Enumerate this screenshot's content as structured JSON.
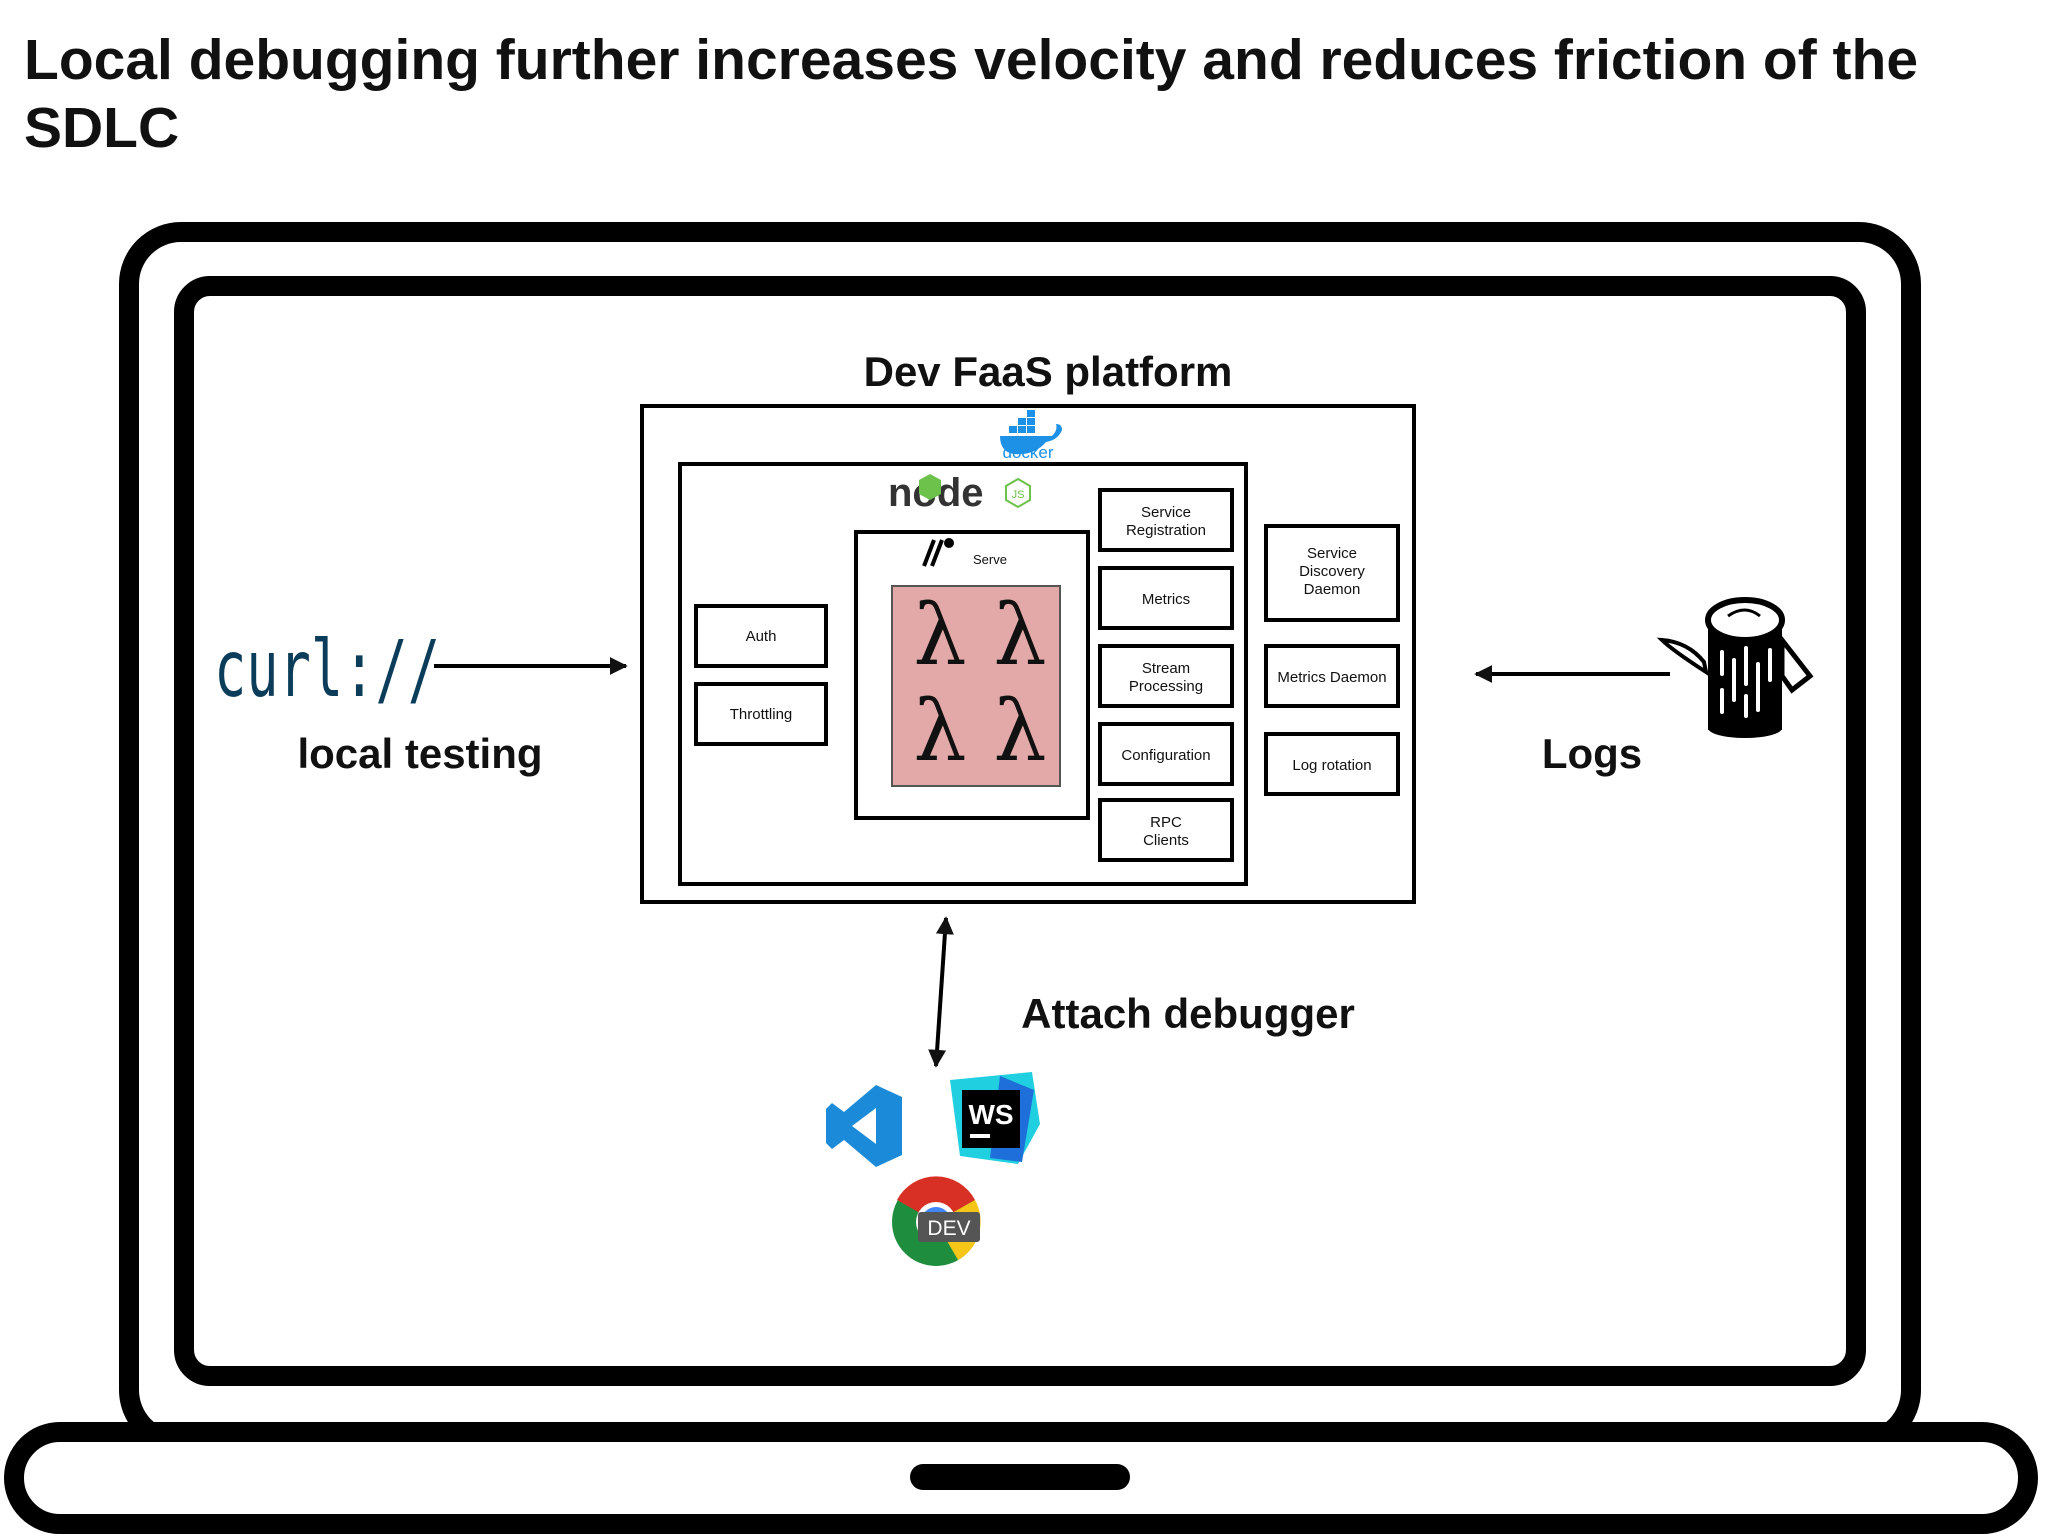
{
  "slide": {
    "title": "Local debugging further increases velocity and reduces friction of the SDLC"
  },
  "diagram": {
    "platform_title": "Dev FaaS platform",
    "docker_label": "docker",
    "node_label": "node",
    "node_badge": "JS",
    "runtime_box_label": "Serve",
    "lambda_symbol": "λ",
    "left_boxes": [
      "Auth",
      "Throttling"
    ],
    "mid_boxes": [
      [
        "Service",
        "Registration"
      ],
      [
        "Metrics"
      ],
      [
        "Stream",
        "Processing"
      ],
      [
        "Configuration"
      ],
      [
        "RPC",
        "Clients"
      ]
    ],
    "right_boxes": [
      [
        "Service",
        "Discovery",
        "Daemon"
      ],
      [
        "Metrics Daemon"
      ],
      [
        "Log rotation"
      ]
    ],
    "curl_text": "curl://",
    "local_testing_label": "local testing",
    "logs_label": "Logs",
    "attach_debugger_label": "Attach debugger",
    "chrome_badge": "DEV",
    "webstorm_badge": "WS"
  },
  "colors": {
    "lambda_fill": "#e3a9a9",
    "docker_blue": "#1d91e6",
    "node_green": "#6cc24a",
    "node_dark": "#333333",
    "curl_navy": "#0b3d5a",
    "vscode_blue": "#1b8ad8",
    "chrome_red": "#d93025",
    "chrome_yellow": "#f5c518",
    "chrome_green": "#1e8e3e",
    "chrome_blue": "#4285f4",
    "webstorm_cyan": "#21d0e0",
    "webstorm_blue": "#1e6fd9"
  }
}
